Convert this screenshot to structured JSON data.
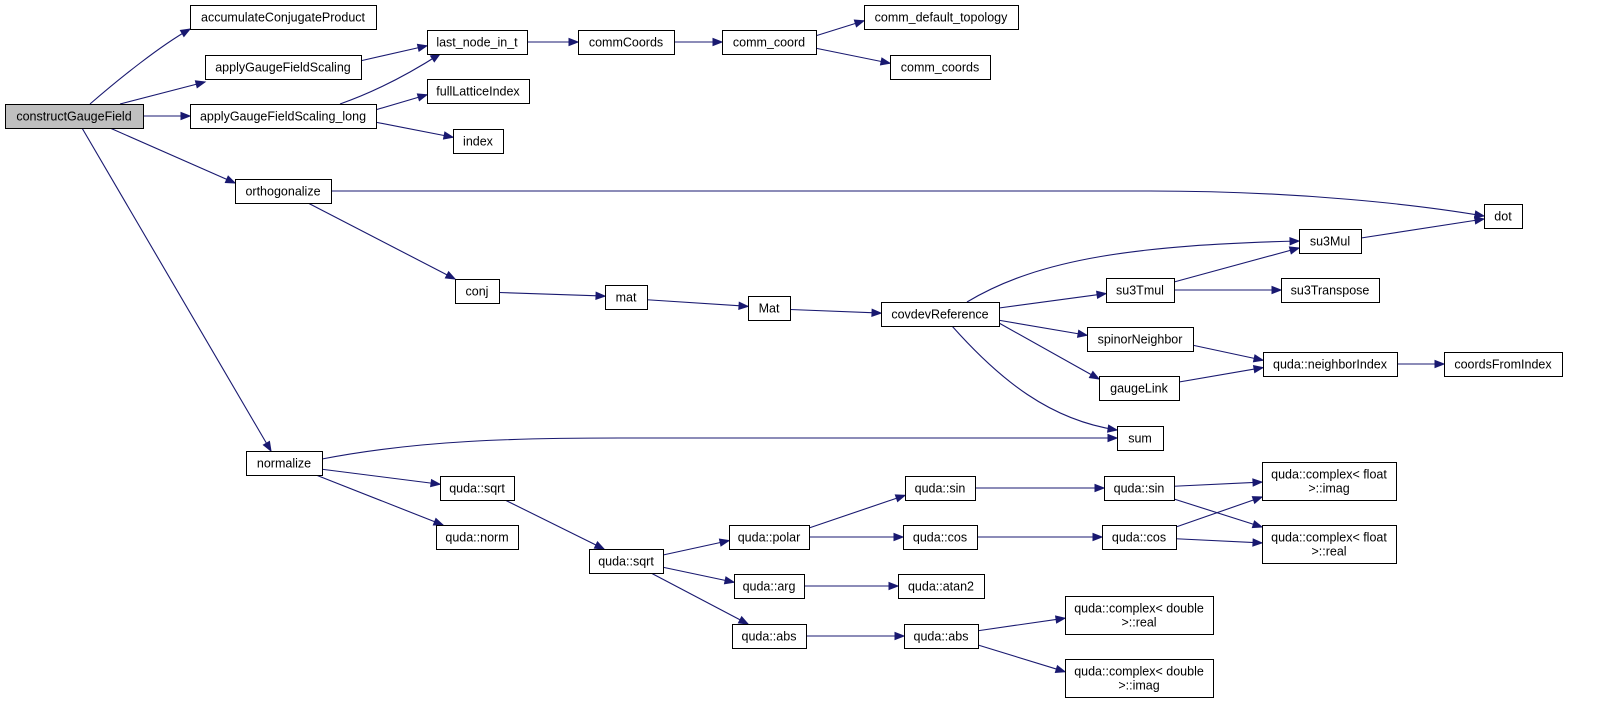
{
  "diagram": {
    "nodes": [
      {
        "id": "constructGaugeField",
        "lines": [
          "constructGaugeField"
        ],
        "root": true
      },
      {
        "id": "accumulateConjugateProduct",
        "lines": [
          "accumulateConjugateProduct"
        ]
      },
      {
        "id": "applyGaugeFieldScaling",
        "lines": [
          "applyGaugeFieldScaling"
        ]
      },
      {
        "id": "applyGaugeFieldScaling_long",
        "lines": [
          "applyGaugeFieldScaling_long"
        ]
      },
      {
        "id": "last_node_in_t",
        "lines": [
          "last_node_in_t"
        ]
      },
      {
        "id": "commCoords",
        "lines": [
          "commCoords"
        ]
      },
      {
        "id": "comm_coord",
        "lines": [
          "comm_coord"
        ]
      },
      {
        "id": "comm_default_topology",
        "lines": [
          "comm_default_topology"
        ]
      },
      {
        "id": "comm_coords",
        "lines": [
          "comm_coords"
        ]
      },
      {
        "id": "fullLatticeIndex",
        "lines": [
          "fullLatticeIndex"
        ]
      },
      {
        "id": "index",
        "lines": [
          "index"
        ]
      },
      {
        "id": "orthogonalize",
        "lines": [
          "orthogonalize"
        ]
      },
      {
        "id": "dot",
        "lines": [
          "dot"
        ]
      },
      {
        "id": "su3Mul",
        "lines": [
          "su3Mul"
        ]
      },
      {
        "id": "conj",
        "lines": [
          "conj"
        ]
      },
      {
        "id": "mat",
        "lines": [
          "mat"
        ]
      },
      {
        "id": "Mat",
        "lines": [
          "Mat"
        ]
      },
      {
        "id": "covdevReference",
        "lines": [
          "covdevReference"
        ]
      },
      {
        "id": "su3Tmul",
        "lines": [
          "su3Tmul"
        ]
      },
      {
        "id": "su3Transpose",
        "lines": [
          "su3Transpose"
        ]
      },
      {
        "id": "spinorNeighbor",
        "lines": [
          "spinorNeighbor"
        ]
      },
      {
        "id": "gaugeLink",
        "lines": [
          "gaugeLink"
        ]
      },
      {
        "id": "quda_neighborIndex",
        "lines": [
          "quda::neighborIndex"
        ]
      },
      {
        "id": "coordsFromIndex",
        "lines": [
          "coordsFromIndex"
        ]
      },
      {
        "id": "sum",
        "lines": [
          "sum"
        ]
      },
      {
        "id": "normalize",
        "lines": [
          "normalize"
        ]
      },
      {
        "id": "quda_sqrt_1",
        "lines": [
          "quda::sqrt"
        ]
      },
      {
        "id": "quda_norm",
        "lines": [
          "quda::norm"
        ]
      },
      {
        "id": "quda_sqrt_2",
        "lines": [
          "quda::sqrt"
        ]
      },
      {
        "id": "quda_polar",
        "lines": [
          "quda::polar"
        ]
      },
      {
        "id": "quda_sin_1",
        "lines": [
          "quda::sin"
        ]
      },
      {
        "id": "quda_sin_2",
        "lines": [
          "quda::sin"
        ]
      },
      {
        "id": "quda_cos_1",
        "lines": [
          "quda::cos"
        ]
      },
      {
        "id": "quda_cos_2",
        "lines": [
          "quda::cos"
        ]
      },
      {
        "id": "complex_float_imag",
        "lines": [
          "quda::complex< float",
          ">::imag"
        ]
      },
      {
        "id": "complex_float_real",
        "lines": [
          "quda::complex< float",
          ">::real"
        ]
      },
      {
        "id": "quda_arg",
        "lines": [
          "quda::arg"
        ]
      },
      {
        "id": "quda_atan2",
        "lines": [
          "quda::atan2"
        ]
      },
      {
        "id": "quda_abs_1",
        "lines": [
          "quda::abs"
        ]
      },
      {
        "id": "quda_abs_2",
        "lines": [
          "quda::abs"
        ]
      },
      {
        "id": "complex_double_real",
        "lines": [
          "quda::complex< double",
          ">::real"
        ]
      },
      {
        "id": "complex_double_imag",
        "lines": [
          "quda::complex< double",
          ">::imag"
        ]
      }
    ],
    "edges": [
      {
        "from": "constructGaugeField",
        "to": "accumulateConjugateProduct"
      },
      {
        "from": "constructGaugeField",
        "to": "applyGaugeFieldScaling"
      },
      {
        "from": "constructGaugeField",
        "to": "applyGaugeFieldScaling_long"
      },
      {
        "from": "constructGaugeField",
        "to": "orthogonalize"
      },
      {
        "from": "constructGaugeField",
        "to": "normalize"
      },
      {
        "from": "applyGaugeFieldScaling",
        "to": "last_node_in_t"
      },
      {
        "from": "applyGaugeFieldScaling_long",
        "to": "last_node_in_t"
      },
      {
        "from": "applyGaugeFieldScaling_long",
        "to": "fullLatticeIndex"
      },
      {
        "from": "applyGaugeFieldScaling_long",
        "to": "index"
      },
      {
        "from": "last_node_in_t",
        "to": "commCoords"
      },
      {
        "from": "commCoords",
        "to": "comm_coord"
      },
      {
        "from": "comm_coord",
        "to": "comm_default_topology"
      },
      {
        "from": "comm_coord",
        "to": "comm_coords"
      },
      {
        "from": "orthogonalize",
        "to": "dot"
      },
      {
        "from": "orthogonalize",
        "to": "conj"
      },
      {
        "from": "conj",
        "to": "mat"
      },
      {
        "from": "mat",
        "to": "Mat"
      },
      {
        "from": "Mat",
        "to": "covdevReference"
      },
      {
        "from": "covdevReference",
        "to": "su3Mul"
      },
      {
        "from": "covdevReference",
        "to": "su3Tmul"
      },
      {
        "from": "covdevReference",
        "to": "spinorNeighbor"
      },
      {
        "from": "covdevReference",
        "to": "gaugeLink"
      },
      {
        "from": "covdevReference",
        "to": "sum"
      },
      {
        "from": "su3Mul",
        "to": "dot"
      },
      {
        "from": "su3Tmul",
        "to": "su3Mul"
      },
      {
        "from": "su3Tmul",
        "to": "su3Transpose"
      },
      {
        "from": "spinorNeighbor",
        "to": "quda_neighborIndex"
      },
      {
        "from": "gaugeLink",
        "to": "quda_neighborIndex"
      },
      {
        "from": "quda_neighborIndex",
        "to": "coordsFromIndex"
      },
      {
        "from": "normalize",
        "to": "sum"
      },
      {
        "from": "normalize",
        "to": "quda_sqrt_1"
      },
      {
        "from": "normalize",
        "to": "quda_norm"
      },
      {
        "from": "quda_sqrt_1",
        "to": "quda_sqrt_2"
      },
      {
        "from": "quda_sqrt_2",
        "to": "quda_polar"
      },
      {
        "from": "quda_sqrt_2",
        "to": "quda_arg"
      },
      {
        "from": "quda_sqrt_2",
        "to": "quda_abs_1"
      },
      {
        "from": "quda_polar",
        "to": "quda_sin_1"
      },
      {
        "from": "quda_polar",
        "to": "quda_cos_1"
      },
      {
        "from": "quda_sin_1",
        "to": "quda_sin_2"
      },
      {
        "from": "quda_cos_1",
        "to": "quda_cos_2"
      },
      {
        "from": "quda_sin_2",
        "to": "complex_float_imag"
      },
      {
        "from": "quda_sin_2",
        "to": "complex_float_real"
      },
      {
        "from": "quda_cos_2",
        "to": "complex_float_imag"
      },
      {
        "from": "quda_cos_2",
        "to": "complex_float_real"
      },
      {
        "from": "quda_arg",
        "to": "quda_atan2"
      },
      {
        "from": "quda_abs_1",
        "to": "quda_abs_2"
      },
      {
        "from": "quda_abs_2",
        "to": "complex_double_real"
      },
      {
        "from": "quda_abs_2",
        "to": "complex_double_imag"
      }
    ],
    "colors": {
      "edge": "#191970",
      "node_border": "#000000",
      "root_fill": "#bfbfbf",
      "node_fill": "#ffffff"
    }
  }
}
